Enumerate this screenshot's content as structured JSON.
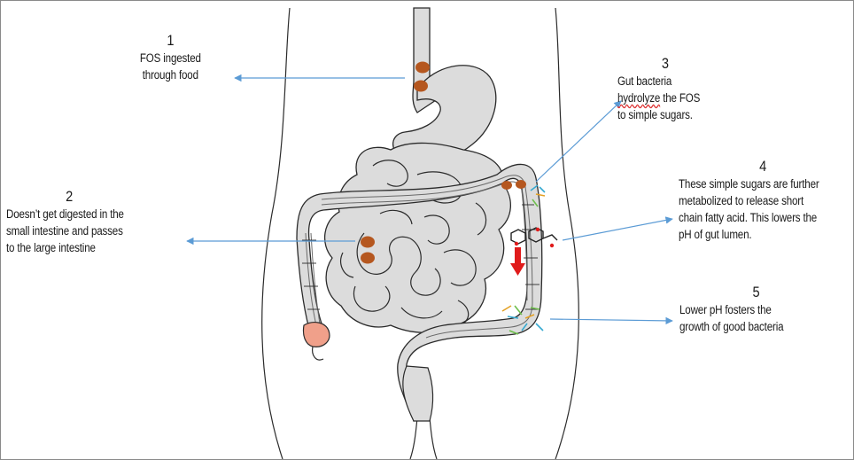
{
  "steps": [
    {
      "number": "1",
      "lines": [
        "FOS ingested",
        "through food"
      ]
    },
    {
      "number": "2",
      "lines": [
        "Doesn’t get digested in the",
        "small intestine and passes",
        "to the large intestine"
      ]
    },
    {
      "number": "3",
      "lines": [
        "Gut bacteria",
        "hydrolyze",
        "the FOS",
        "to simple sugars."
      ]
    },
    {
      "number": "4",
      "lines": [
        "These simple sugars are further",
        "metabolized to release short",
        "chain fatty acid. This lowers the",
        "pH of gut lumen."
      ]
    },
    {
      "number": "5",
      "lines": [
        "Lower pH fosters the",
        "growth of good bacteria"
      ]
    }
  ],
  "colors": {
    "organ_fill": "#dcdcdc",
    "outline": "#2b2b2b",
    "fos_particle": "#b5571f",
    "arrow": "#5b9bd5",
    "rectum": "#f0a08a",
    "ph_arrow": "#e01b1b"
  }
}
